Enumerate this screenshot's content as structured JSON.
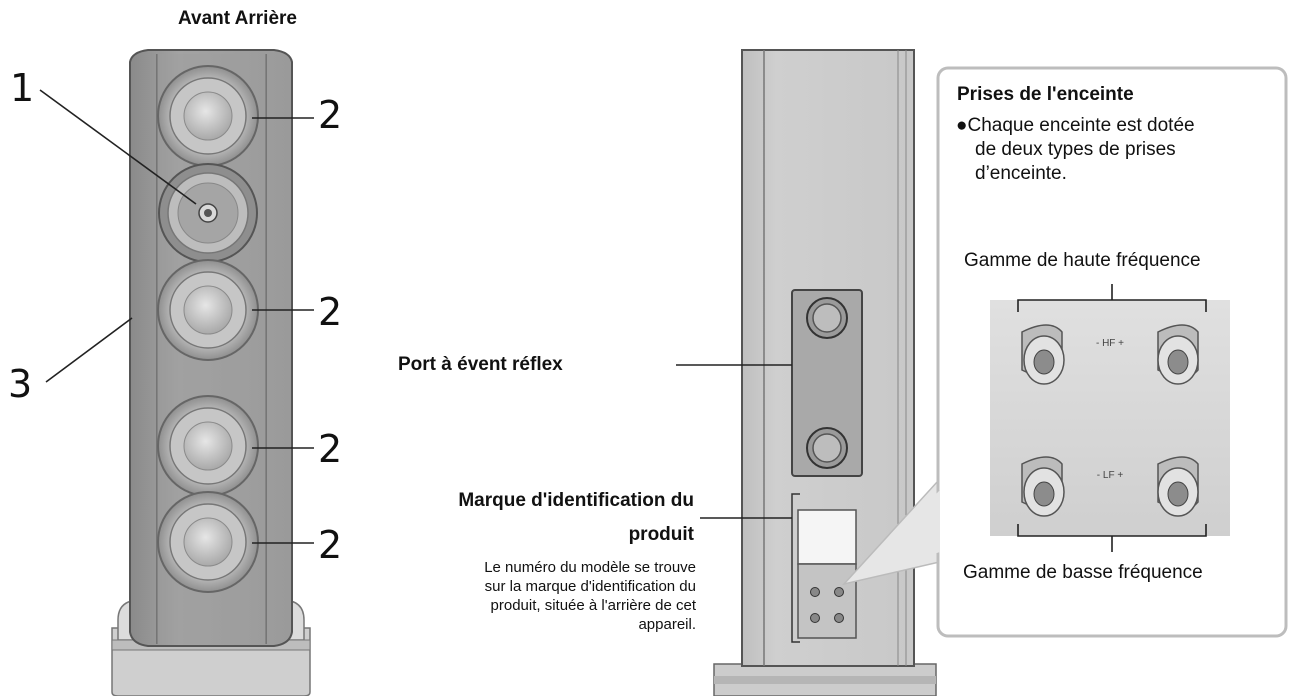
{
  "view_title": "Avant Arrière",
  "callouts": {
    "driver_top": "2",
    "tweeter": "1",
    "driver_mid1": "2",
    "cabinet": "3",
    "driver_mid2": "2",
    "driver_bottom": "2"
  },
  "rear": {
    "reflex_port_label": "Port à évent réflex",
    "product_mark_title_line1": "Marque d'identification du",
    "product_mark_title_line2": "produit",
    "product_mark_desc_lines": [
      "Le numéro du modèle se trouve",
      "sur la marque d'identification du",
      "produit, située à l'arrière de cet",
      "appareil."
    ]
  },
  "terminals": {
    "title": "Prises de l'enceinte",
    "desc_lines": [
      "●Chaque enceinte est dotée",
      "de deux types de prises",
      "d’enceinte."
    ],
    "high_range_label": "Gamme de haute fréquence",
    "low_range_label": "Gamme de basse fréquence",
    "hf_mark": "- HF +",
    "lf_mark": "- LF +"
  }
}
